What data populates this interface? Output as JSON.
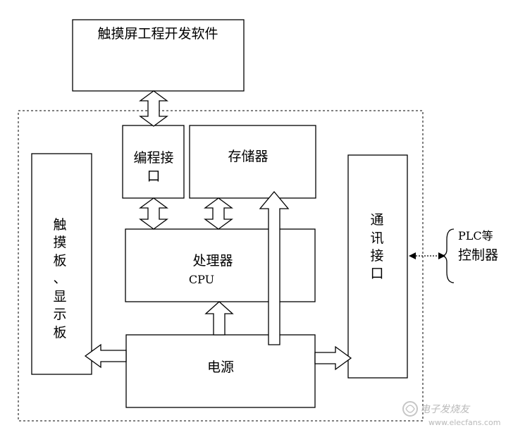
{
  "nodes": {
    "software": "触摸屏工程开发软件",
    "prog_iface": [
      "编程接",
      "口"
    ],
    "storage": "存储器",
    "cpu": [
      "处理器",
      "CPU"
    ],
    "touch": [
      "触",
      "摸",
      "板",
      "、",
      "显",
      "示",
      "板"
    ],
    "comm": [
      "通",
      "讯",
      "接",
      "口"
    ],
    "power": "电源",
    "plc": [
      "PLC等",
      "控制器"
    ]
  },
  "watermark": {
    "brand": "电子发烧友",
    "url": "www.elecfans.com"
  }
}
